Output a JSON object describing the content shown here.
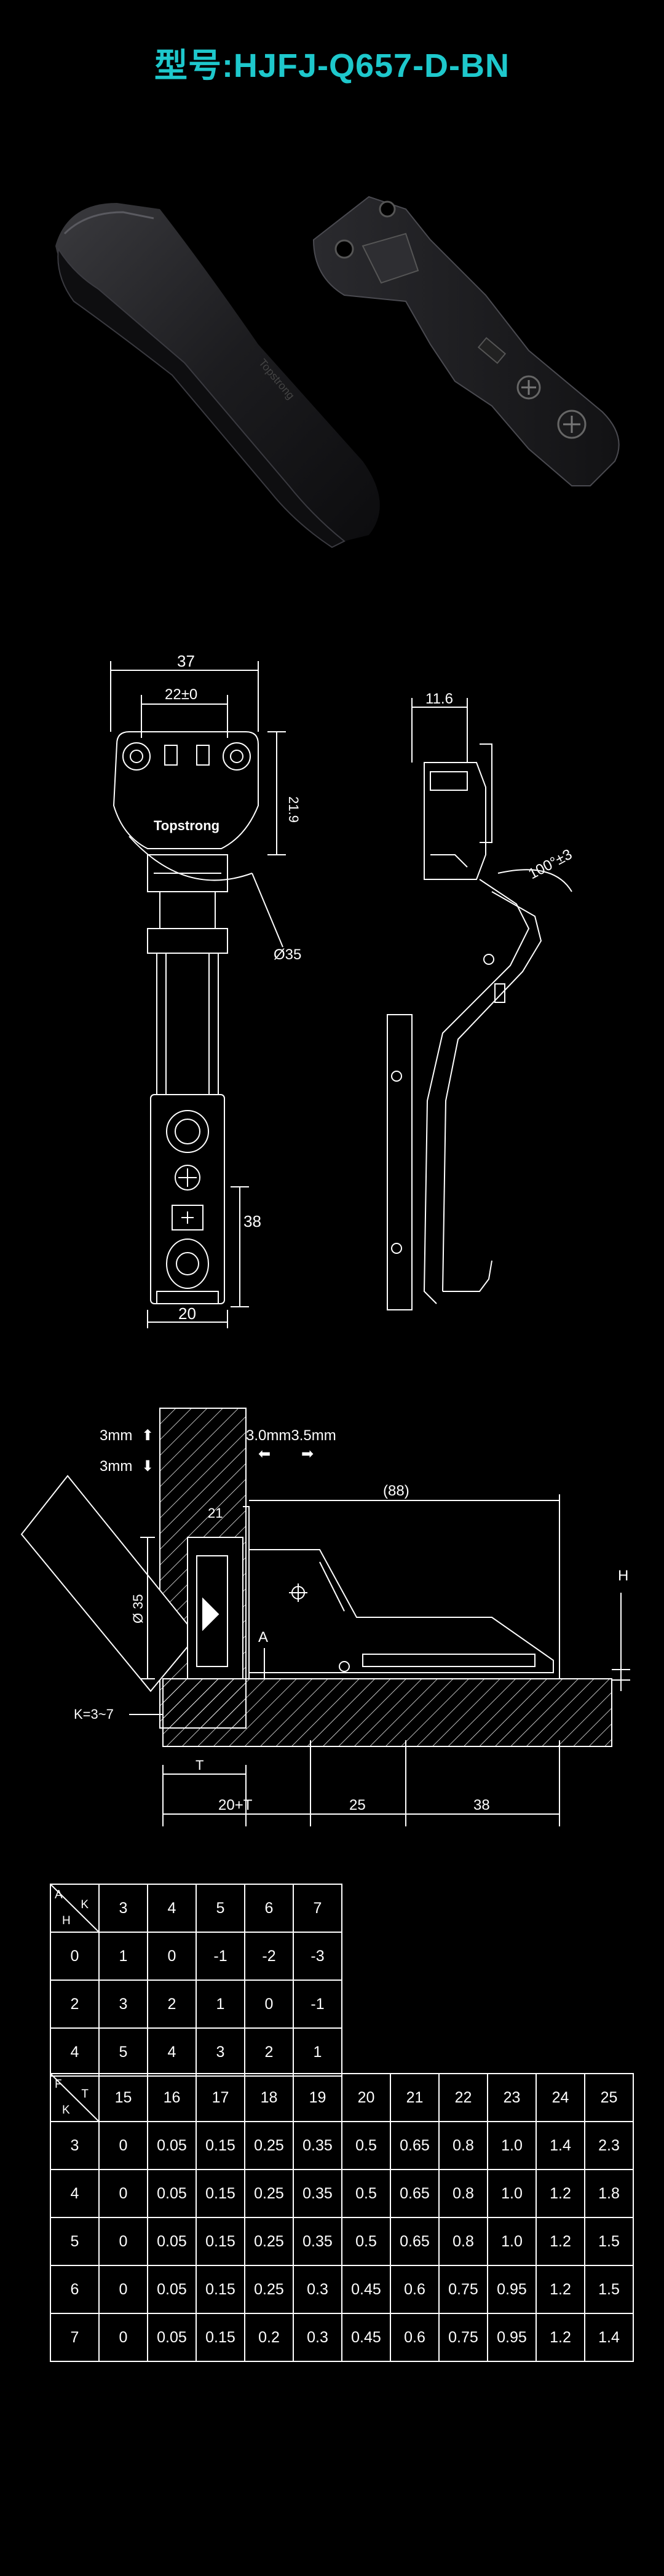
{
  "title": "型号:HJFJ-Q657-D-BN",
  "colors": {
    "accent": "#1ec8cc",
    "line": "#ffffff",
    "bg": "#000000"
  },
  "brand_mark": "Topstrong",
  "drawing1": {
    "dim_width": "37",
    "dim_holes": "22±0",
    "dim_cup_depth": "21.9",
    "dim_cup_dia": "Ø35",
    "dim_arm": "38",
    "dim_base": "20"
  },
  "drawing2": {
    "dim_top": "11.6",
    "dim_angle": "100°±3"
  },
  "drawing3": {
    "vert_up": "3mm",
    "vert_down": "3mm",
    "depth_adj": "3.0mm3.5mm",
    "dim_88": "(88)",
    "dim_21": "21",
    "dim_35": "Ø 35",
    "label_A": "A",
    "label_H": "H",
    "label_K": "K=3~7",
    "label_T": "T",
    "dim_20T": "20+T",
    "dim_25": "25",
    "dim_38": "38"
  },
  "table1": {
    "corner": {
      "top_left": "A",
      "top_right": "K",
      "bottom_left": "H"
    },
    "headers": [
      "3",
      "4",
      "5",
      "6",
      "7"
    ],
    "rows": [
      {
        "label": "0",
        "values": [
          "1",
          "0",
          "-1",
          "-2",
          "-3"
        ]
      },
      {
        "label": "2",
        "values": [
          "3",
          "2",
          "1",
          "0",
          "-1"
        ]
      },
      {
        "label": "4",
        "values": [
          "5",
          "4",
          "3",
          "2",
          "1"
        ]
      }
    ]
  },
  "table2": {
    "corner": {
      "top_left": "F",
      "top_right": "T",
      "bottom_left": "K"
    },
    "headers": [
      "15",
      "16",
      "17",
      "18",
      "19",
      "20",
      "21",
      "22",
      "23",
      "24",
      "25"
    ],
    "rows": [
      {
        "label": "3",
        "values": [
          "0",
          "0.05",
          "0.15",
          "0.25",
          "0.35",
          "0.5",
          "0.65",
          "0.8",
          "1.0",
          "1.4",
          "2.3"
        ]
      },
      {
        "label": "4",
        "values": [
          "0",
          "0.05",
          "0.15",
          "0.25",
          "0.35",
          "0.5",
          "0.65",
          "0.8",
          "1.0",
          "1.2",
          "1.8"
        ]
      },
      {
        "label": "5",
        "values": [
          "0",
          "0.05",
          "0.15",
          "0.25",
          "0.35",
          "0.5",
          "0.65",
          "0.8",
          "1.0",
          "1.2",
          "1.5"
        ]
      },
      {
        "label": "6",
        "values": [
          "0",
          "0.05",
          "0.15",
          "0.25",
          "0.3",
          "0.45",
          "0.6",
          "0.75",
          "0.95",
          "1.2",
          "1.5"
        ]
      },
      {
        "label": "7",
        "values": [
          "0",
          "0.05",
          "0.15",
          "0.2",
          "0.3",
          "0.45",
          "0.6",
          "0.75",
          "0.95",
          "1.2",
          "1.4"
        ]
      }
    ]
  }
}
